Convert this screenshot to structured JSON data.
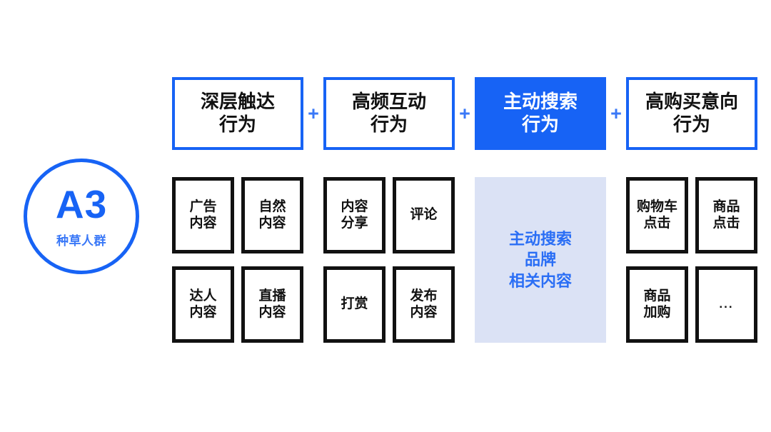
{
  "badge": {
    "code": "A3",
    "subtitle": "种草人群"
  },
  "separator": "+",
  "header": {
    "boxes": [
      {
        "label": "深层触达\n行为",
        "style": "outline"
      },
      {
        "label": "高频互动\n行为",
        "style": "outline"
      },
      {
        "label": "主动搜索\n行为",
        "style": "filled"
      },
      {
        "label": "高购买意向\n行为",
        "style": "outline"
      }
    ]
  },
  "groups": [
    {
      "kind": "cells",
      "cells": [
        "广告\n内容",
        "自然\n内容",
        "达人\n内容",
        "直播\n内容"
      ]
    },
    {
      "kind": "cells",
      "cells": [
        "内容\n分享",
        "评论",
        "打赏",
        "发布\n内容"
      ]
    },
    {
      "kind": "panel",
      "label": "主动搜索\n品牌\n相关内容"
    },
    {
      "kind": "cells",
      "cells": [
        "购物车\n点击",
        "商品\n点击",
        "商品\n加购",
        "..."
      ]
    }
  ],
  "colors": {
    "brand_blue": "#1763f5",
    "accent_blue": "#3a78f7",
    "panel_blue": "#dbe2f5",
    "panel_text": "#2a6ef5",
    "ink": "#111111",
    "background": "#ffffff"
  }
}
